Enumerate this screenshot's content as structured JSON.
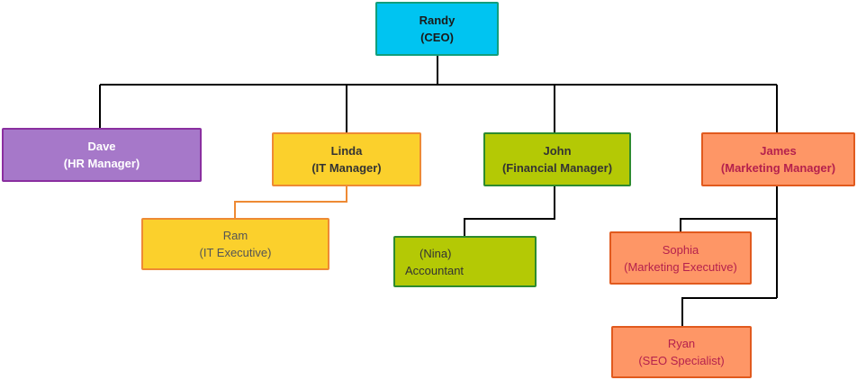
{
  "diagram": {
    "nodes": [
      {
        "id": "randy",
        "name": "Randy",
        "role": "(CEO)",
        "fill": "#00c4f1",
        "stroke": "#119e7c",
        "text_color": "#1a1a1a"
      },
      {
        "id": "dave",
        "name": "Dave",
        "role": "(HR Manager)",
        "fill": "#a678c9",
        "stroke": "#8a2fa0",
        "text_color": "#ffffff"
      },
      {
        "id": "linda",
        "name": "Linda",
        "role": "(IT Manager)",
        "fill": "#fbd02c",
        "stroke": "#ee8a34",
        "text_color": "#333333"
      },
      {
        "id": "john",
        "name": "John",
        "role": "(Financial Manager)",
        "fill": "#b4c905",
        "stroke": "#2d8b2e",
        "text_color": "#333333"
      },
      {
        "id": "james",
        "name": "James",
        "role": "(Marketing Manager)",
        "fill": "#fe9666",
        "stroke": "#e15a1e",
        "text_color": "#b5214d"
      },
      {
        "id": "ram",
        "name": "Ram",
        "role": "(IT Executive)",
        "fill": "#fbd02c",
        "stroke": "#ee8a34",
        "text_color": "#555555"
      },
      {
        "id": "nina",
        "name": "(Nina)",
        "role": "Accountant",
        "fill": "#b4c905",
        "stroke": "#2d8b2e",
        "text_color": "#333333"
      },
      {
        "id": "sophia",
        "name": "Sophia",
        "role": "(Marketing Executive)",
        "fill": "#fe9666",
        "stroke": "#e15a1e",
        "text_color": "#b5214d"
      },
      {
        "id": "ryan",
        "name": "Ryan",
        "role": "(SEO Specialist)",
        "fill": "#fe9666",
        "stroke": "#e15a1e",
        "text_color": "#b5214d"
      }
    ],
    "edges": [
      {
        "from": "randy",
        "to": "dave"
      },
      {
        "from": "randy",
        "to": "linda"
      },
      {
        "from": "randy",
        "to": "john"
      },
      {
        "from": "randy",
        "to": "james"
      },
      {
        "from": "linda",
        "to": "ram",
        "stroke": "#ee8a34"
      },
      {
        "from": "john",
        "to": "nina"
      },
      {
        "from": "james",
        "to": "sophia"
      },
      {
        "from": "james",
        "to": "ryan"
      }
    ]
  }
}
